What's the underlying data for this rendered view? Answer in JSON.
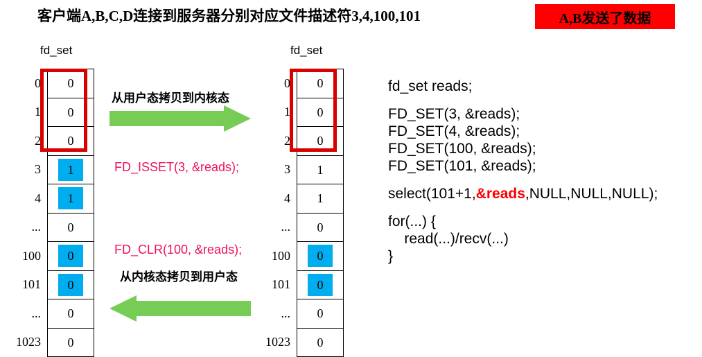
{
  "header": {
    "title": "客户端A,B,C,D连接到服务器分别对应文件描述符3,4,100,101",
    "badge": "A,B发送了数据",
    "badge_color": "#FF0000"
  },
  "tables": {
    "caption": "fd_set",
    "left": {
      "name": "user-space-fdset",
      "rows": [
        {
          "index": "0",
          "value": "0",
          "highlight": false
        },
        {
          "index": "1",
          "value": "0",
          "highlight": false
        },
        {
          "index": "2",
          "value": "0",
          "highlight": false
        },
        {
          "index": "3",
          "value": "1",
          "highlight": true
        },
        {
          "index": "4",
          "value": "1",
          "highlight": true
        },
        {
          "index": "...",
          "value": "0",
          "highlight": false
        },
        {
          "index": "100",
          "value": "0",
          "highlight": true
        },
        {
          "index": "101",
          "value": "0",
          "highlight": true
        },
        {
          "index": "...",
          "value": "0",
          "highlight": false
        },
        {
          "index": "1023",
          "value": "0",
          "highlight": false
        }
      ]
    },
    "right": {
      "name": "kernel-space-fdset",
      "rows": [
        {
          "index": "0",
          "value": "0",
          "highlight": false
        },
        {
          "index": "1",
          "value": "0",
          "highlight": false
        },
        {
          "index": "2",
          "value": "0",
          "highlight": false
        },
        {
          "index": "3",
          "value": "1",
          "highlight": false
        },
        {
          "index": "4",
          "value": "1",
          "highlight": false
        },
        {
          "index": "...",
          "value": "0",
          "highlight": false
        },
        {
          "index": "100",
          "value": "0",
          "highlight": true
        },
        {
          "index": "101",
          "value": "0",
          "highlight": true
        },
        {
          "index": "...",
          "value": "0",
          "highlight": false
        },
        {
          "index": "1023",
          "value": "0",
          "highlight": false
        }
      ]
    },
    "highlight_color": "#00AEEF",
    "emphasis_box_color": "#D90000"
  },
  "annotations": {
    "copy_to_kernel": "从用户态拷贝到内核态",
    "copy_to_user": "从内核态拷贝到用户态",
    "fd_isset": "FD_ISSET(3, &reads);",
    "fd_clr": "FD_CLR(100, &reads);",
    "pink_color": "#EE1155",
    "arrow_color": "#77CC55"
  },
  "code": {
    "lines": [
      {
        "text": "fd_set reads;"
      },
      {
        "blank": true
      },
      {
        "text": "FD_SET(3, &reads);"
      },
      {
        "text": "FD_SET(4, &reads);"
      },
      {
        "text": "FD_SET(100, &reads);"
      },
      {
        "text": "FD_SET(101, &reads);"
      },
      {
        "blank": true
      },
      {
        "pre": "select(101+1,",
        "em": "&reads",
        "post": ",NULL,NULL,NULL);"
      },
      {
        "blank": true
      },
      {
        "text": "for(...) {"
      },
      {
        "text": "    read(...)/recv(...)"
      },
      {
        "text": "}"
      }
    ]
  }
}
